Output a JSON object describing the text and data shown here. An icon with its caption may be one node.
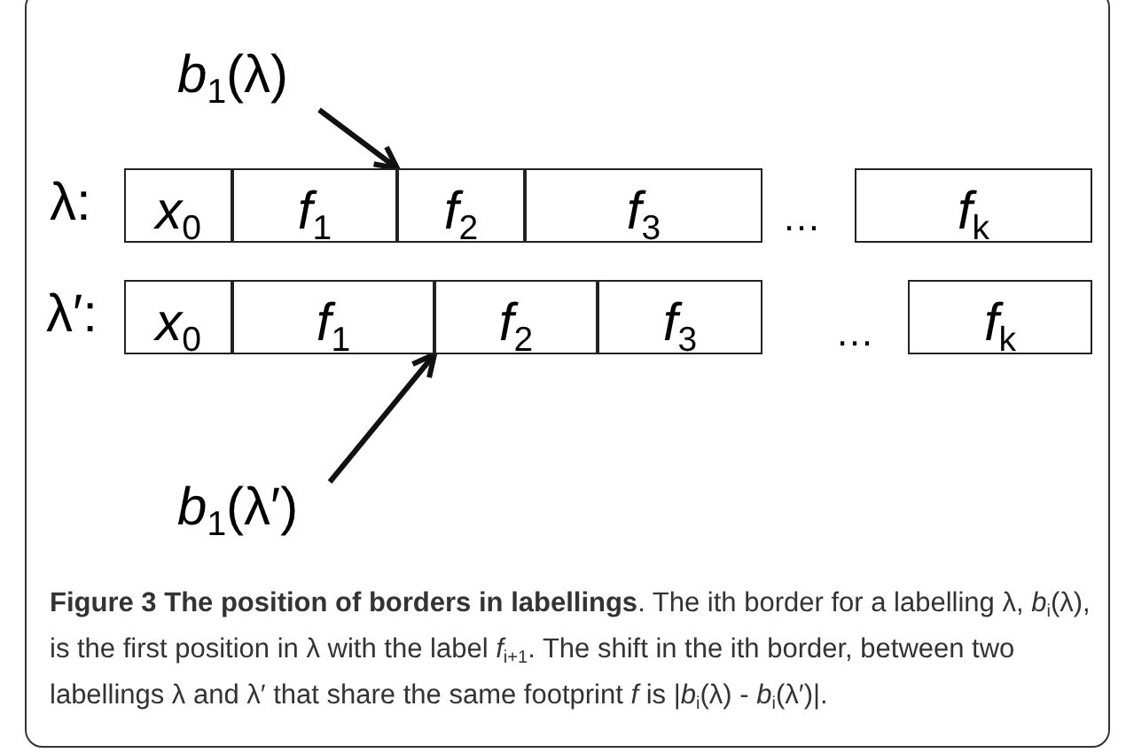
{
  "diagram": {
    "caption": "**Figure 3 The position of borders in labellings**. The ith border for a labelling λ, *b*$_{i}$(λ), is the first position in λ with the label *f*$_{i+1}$. The shift in the ith border, between two labellings λ and λ′ that share the same footprint *f* is |*b*$_{i}$(λ) - *b*$_{i}$(λ′)|.",
    "nodes": [
      {
        "text": [
          "*x*$_{0}$"
        ]
      },
      {
        "text": [
          "*f*$_{1}$"
        ]
      },
      {
        "text": [
          "*f*$_{2}$"
        ]
      },
      {
        "text": [
          "*f*$_{3}$"
        ]
      },
      {
        "text": [
          "*f*$_{k}$"
        ]
      },
      {
        "text": [
          "*x*$_{0}$"
        ]
      },
      {
        "text": [
          "*f*$_{1}$"
        ]
      },
      {
        "text": [
          "*f*$_{2}$"
        ]
      },
      {
        "text": [
          "*f*$_{3}$"
        ]
      },
      {
        "text": [
          "*f*$_{k}$"
        ]
      },
      {
        "text": [
          "*b*$_{1}$(λ)"
        ]
      },
      {
        "text": [
          "*b*$_{1}$(λ′)"
        ]
      }
    ],
    "edges": [
      {
        "from": 10,
        "to": 2,
        "arrow": "to"
      },
      {
        "from": 11,
        "to": 7,
        "arrow": "to"
      }
    ],
    "labels": [
      "λ:",
      "…",
      "λ′:",
      "…"
    ]
  }
}
